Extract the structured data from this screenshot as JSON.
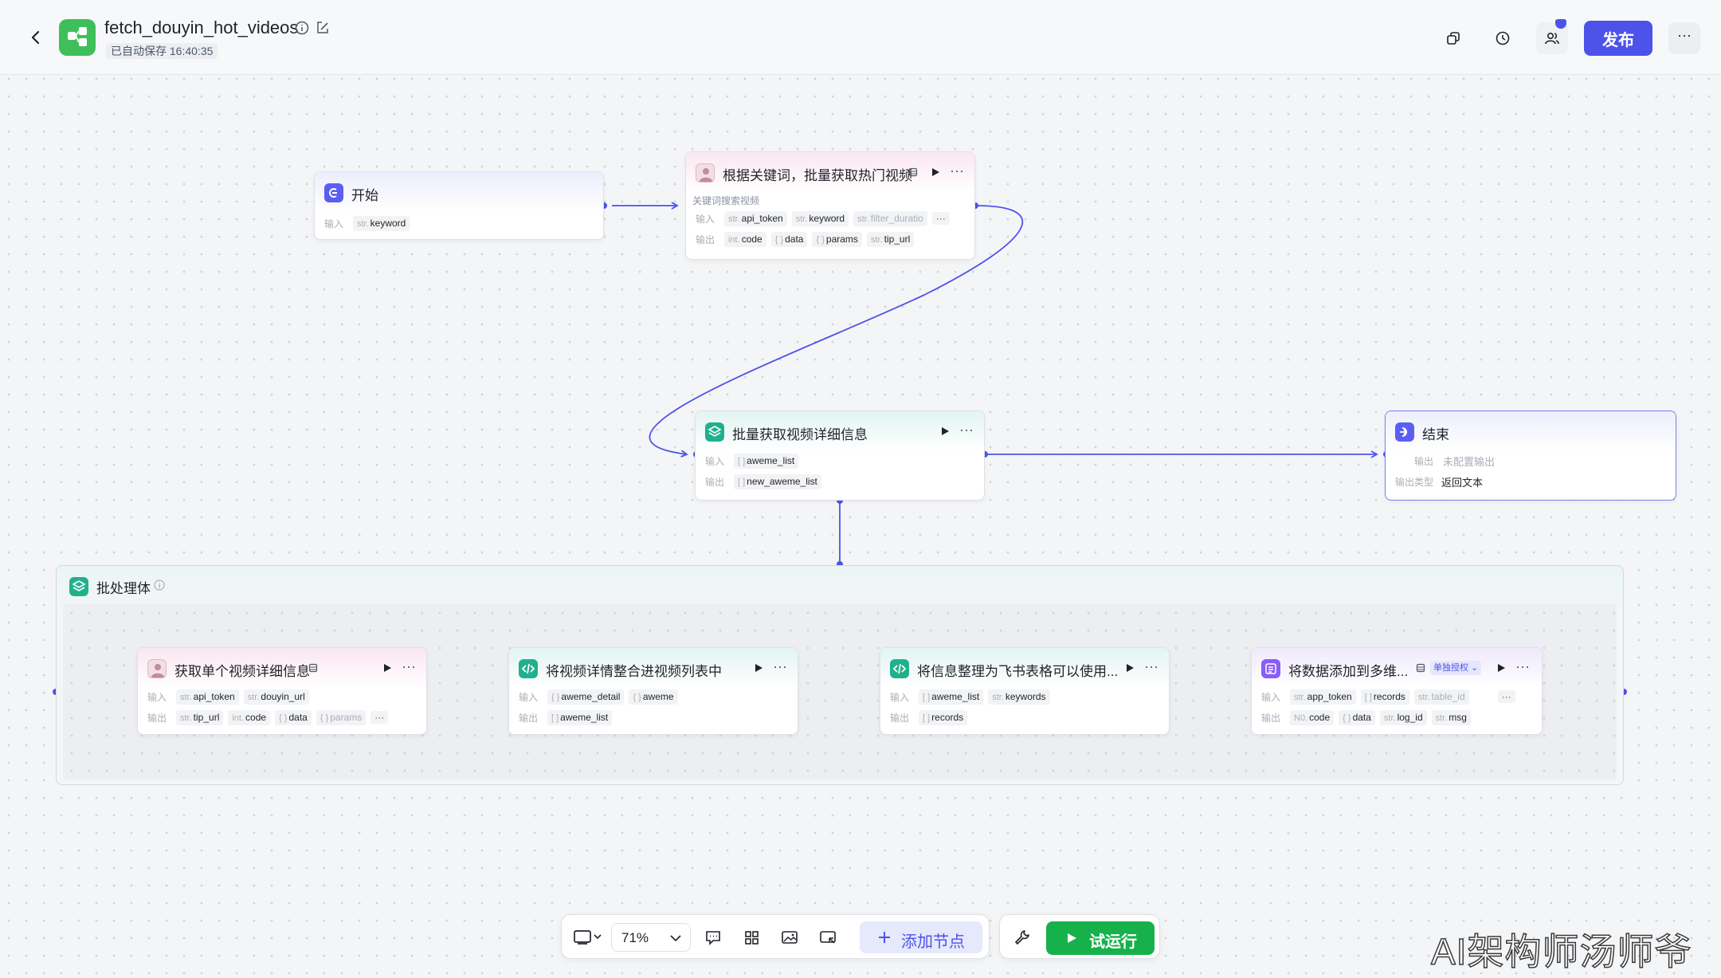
{
  "header": {
    "title": "fetch_douyin_hot_videos",
    "autosave": "已自动保存 16:40:35",
    "publish_label": "发布",
    "more_label": "···"
  },
  "nodes": {
    "start": {
      "title": "开始",
      "input_label": "输入",
      "inputs": [
        {
          "type": "str.",
          "name": "keyword"
        }
      ]
    },
    "search": {
      "title": "根据关键词，批量获取热门视频",
      "desc": "关键词搜索视频",
      "input_label": "输入",
      "output_label": "输出",
      "inputs": [
        {
          "type": "str.",
          "name": "api_token"
        },
        {
          "type": "str.",
          "name": "keyword"
        },
        {
          "type": "str.",
          "name": "filter_duratio"
        }
      ],
      "outputs": [
        {
          "type": "int.",
          "name": "code"
        },
        {
          "type": "{ }",
          "name": "data"
        },
        {
          "type": "{ }",
          "name": "params"
        },
        {
          "type": "str.",
          "name": "tip_url"
        }
      ],
      "more_tag": "···"
    },
    "batch": {
      "title": "批量获取视频详细信息",
      "input_label": "输入",
      "output_label": "输出",
      "inputs": [
        {
          "type": "[ ]",
          "name": "aweme_list"
        }
      ],
      "outputs": [
        {
          "type": "[ ]",
          "name": "new_aweme_list"
        }
      ]
    },
    "end": {
      "title": "结束",
      "output_label": "输出",
      "output_value": "未配置输出",
      "output_type_label": "输出类型",
      "output_type_value": "返回文本"
    },
    "detail": {
      "title": "获取单个视频详细信息",
      "input_label": "输入",
      "output_label": "输出",
      "inputs": [
        {
          "type": "str.",
          "name": "api_token"
        },
        {
          "type": "str.",
          "name": "douyin_url"
        }
      ],
      "outputs": [
        {
          "type": "str.",
          "name": "tip_url"
        },
        {
          "type": "int.",
          "name": "code"
        },
        {
          "type": "{ }",
          "name": "data"
        },
        {
          "type": "{ }",
          "name": "params"
        }
      ],
      "more_tag": "···"
    },
    "merge": {
      "title": "将视频详情整合进视频列表中",
      "input_label": "输入",
      "output_label": "输出",
      "inputs": [
        {
          "type": "{ }",
          "name": "aweme_detail"
        },
        {
          "type": "{ }",
          "name": "aweme"
        }
      ],
      "outputs": [
        {
          "type": "[ ]",
          "name": "aweme_list"
        }
      ]
    },
    "format": {
      "title": "将信息整理为飞书表格可以使用...",
      "input_label": "输入",
      "output_label": "输出",
      "inputs": [
        {
          "type": "[ ]",
          "name": "aweme_list"
        },
        {
          "type": "str.",
          "name": "keywords"
        }
      ],
      "outputs": [
        {
          "type": "[ ]",
          "name": "records"
        }
      ]
    },
    "bitable": {
      "title": "将数据添加到多维...",
      "badge": "单独授权",
      "input_label": "输入",
      "output_label": "输出",
      "inputs": [
        {
          "type": "str.",
          "name": "app_token"
        },
        {
          "type": "[ ]",
          "name": "records"
        },
        {
          "type": "str.",
          "name": "table_id"
        }
      ],
      "outputs": [
        {
          "type": "N0.",
          "name": "code"
        },
        {
          "type": "{ }",
          "name": "data"
        },
        {
          "type": "str.",
          "name": "log_id"
        },
        {
          "type": "str.",
          "name": "msg"
        }
      ],
      "more_tag": "···"
    }
  },
  "batch_container": {
    "title": "批处理体"
  },
  "toolbar": {
    "zoom": "71%",
    "add_node_label": "添加节点",
    "run_label": "试运行"
  },
  "watermark": "AI架构师汤师爷",
  "colors": {
    "accent": "#4d53e8",
    "run_green": "#16b14a",
    "edge": "#4d53e8",
    "logo_green": "#3fbf5a",
    "code_teal": "#21b08d"
  },
  "icons": {
    "back": "chevron-left-icon",
    "copy": "copy-icon",
    "history": "history-icon",
    "collaborators": "users-icon",
    "play": "play-icon",
    "more": "ellipsis-icon"
  }
}
